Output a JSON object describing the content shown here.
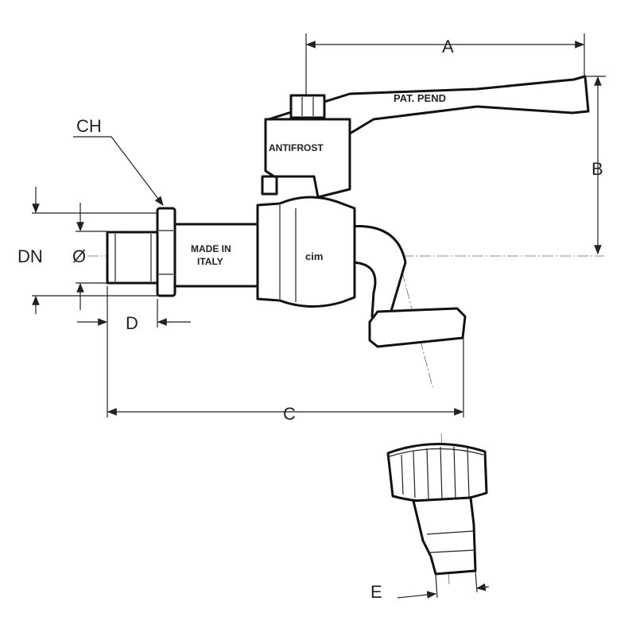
{
  "labels": {
    "A": "A",
    "B": "B",
    "C": "C",
    "D": "D",
    "E": "E",
    "CH": "CH",
    "DN": "DN",
    "diameter": "Ø"
  },
  "markings": {
    "lever": "PAT. PEND",
    "stem": "ANTIFROST",
    "pipe_line1": "MADE IN",
    "pipe_line2": "ITALY",
    "brand": "cim"
  }
}
